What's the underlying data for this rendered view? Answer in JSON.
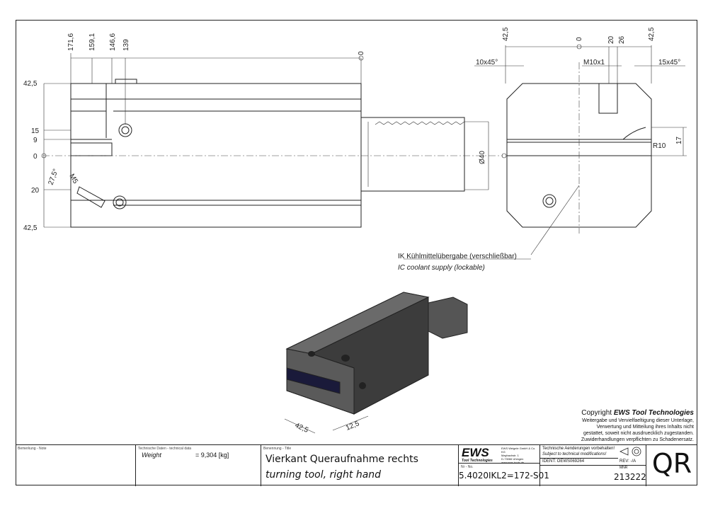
{
  "drawing": {
    "dims_left_top": [
      "171,6",
      "159,1",
      "146,6",
      "139",
      "0"
    ],
    "dims_left_side": [
      "42,5",
      "15",
      "9",
      "0",
      "20",
      "42,5"
    ],
    "angle_label": "27,5°",
    "m5_label": "M5",
    "dia_label": "Ø40",
    "dims_right_top": [
      "42,5",
      "0",
      "20",
      "26",
      "42,5"
    ],
    "chamfer_left": "10x45°",
    "thread_label": "M10x1",
    "chamfer_right": "15x45°",
    "radius_label": "R10",
    "dim_17": "17",
    "coolant_de": "IK Kühlmittelübergabe (verschließbar)",
    "coolant_en": "IC coolant supply (lockable)",
    "iso_dim_1": "42,5",
    "iso_dim_2": "12,5"
  },
  "copyright": {
    "line1_prefix": "Copyright ",
    "line1_brand": "EWS Tool Technologies",
    "lines": [
      "Weitergabe und Vervielfaeltigung dieser Unterlage,",
      "Verwertung und Mitteilung ihres Inhalts nicht",
      "gestattet, soweit nicht ausdruecklich zugestanden.",
      "Zuwiderhandlungen verpflichten zu Schadenersatz."
    ]
  },
  "title_block": {
    "remark_header": "Bemerkung - Note",
    "tech_header": "Technische Daten - technical data",
    "weight_label": "Weight",
    "weight_value": "=  9,304 [kg]",
    "title_header": "Benennung - Title",
    "title_de": "Vierkant Queraufnahme rechts",
    "title_en": "turning tool, right hand",
    "logo": "EWS",
    "logo_sub": "Tool Technologies",
    "company_lines": [
      "EWS Weigele GmbH & Co. KG",
      "Maybachstr. 1",
      "D-73066 Uhingen",
      "www.ews-tools.de"
    ],
    "changes_de": "Technische Aenderungen vorbehalten!",
    "changes_en": "Subject to technical modifications!",
    "ident": "IDENT: OEWS069264",
    "nr_header": "Nr - No.",
    "part_number": "5.4020IKL2=172-S01",
    "rev": "REV: -/A",
    "mnr_header": "MNR",
    "mnr": "213222",
    "format": "QR"
  }
}
